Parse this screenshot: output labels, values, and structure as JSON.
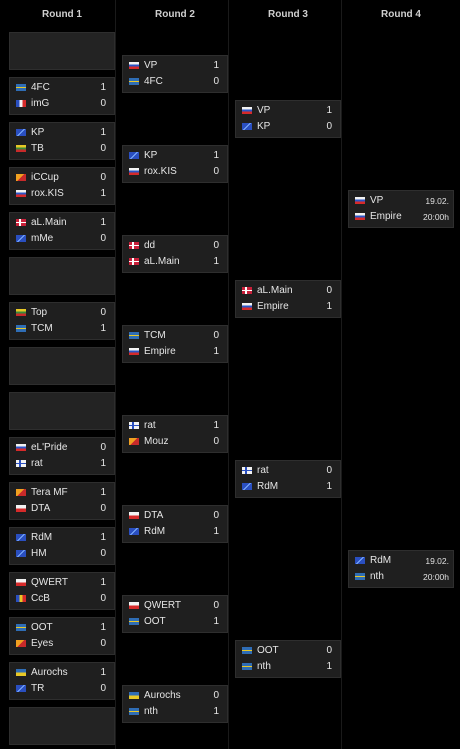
{
  "rounds": [
    "Round 1",
    "Round 2",
    "Round 3",
    "Round 4"
  ],
  "r1": [
    {
      "empty": true
    },
    {
      "t1": {
        "name": "4FC",
        "flag": "se",
        "score": "1"
      },
      "t2": {
        "name": "imG",
        "flag": "fr",
        "score": "0"
      }
    },
    {
      "t1": {
        "name": "KP",
        "flag": "eu",
        "score": "1"
      },
      "t2": {
        "name": "TB",
        "flag": "lt",
        "score": "0"
      }
    },
    {
      "t1": {
        "name": "iCCup",
        "flag": "or",
        "score": "0"
      },
      "t2": {
        "name": "rox.KIS",
        "flag": "ru",
        "score": "1"
      }
    },
    {
      "t1": {
        "name": "aL.Main",
        "flag": "dk",
        "score": "1"
      },
      "t2": {
        "name": "mMe",
        "flag": "eu",
        "score": "0"
      }
    },
    {
      "empty": true
    },
    {
      "t1": {
        "name": "Top",
        "flag": "lt",
        "score": "0"
      },
      "t2": {
        "name": "TCM",
        "flag": "se",
        "score": "1"
      }
    },
    {
      "empty": true
    },
    {
      "empty": true
    },
    {
      "t1": {
        "name": "eL'Pride",
        "flag": "ru",
        "score": "0"
      },
      "t2": {
        "name": "rat",
        "flag": "fi",
        "score": "1"
      }
    },
    {
      "t1": {
        "name": "Tera MF",
        "flag": "or",
        "score": "1"
      },
      "t2": {
        "name": "DTA",
        "flag": "pl",
        "score": "0"
      }
    },
    {
      "t1": {
        "name": "RdM",
        "flag": "eu",
        "score": "1"
      },
      "t2": {
        "name": "HM",
        "flag": "eu",
        "score": "0"
      }
    },
    {
      "t1": {
        "name": "QWERT",
        "flag": "pl",
        "score": "1"
      },
      "t2": {
        "name": "CcB",
        "flag": "ro",
        "score": "0"
      }
    },
    {
      "t1": {
        "name": "OOT",
        "flag": "se",
        "score": "1"
      },
      "t2": {
        "name": "Eyes",
        "flag": "or",
        "score": "0"
      }
    },
    {
      "t1": {
        "name": "Aurochs",
        "flag": "ua",
        "score": "1"
      },
      "t2": {
        "name": "TR",
        "flag": "eu",
        "score": "0"
      }
    },
    {
      "empty": true
    }
  ],
  "r2": [
    {
      "t1": {
        "name": "VP",
        "flag": "ru",
        "score": "1"
      },
      "t2": {
        "name": "4FC",
        "flag": "se",
        "score": "0"
      }
    },
    {
      "t1": {
        "name": "KP",
        "flag": "eu",
        "score": "1"
      },
      "t2": {
        "name": "rox.KIS",
        "flag": "ru",
        "score": "0"
      }
    },
    {
      "t1": {
        "name": "dd",
        "flag": "dk",
        "score": "0"
      },
      "t2": {
        "name": "aL.Main",
        "flag": "dk",
        "score": "1"
      }
    },
    {
      "t1": {
        "name": "TCM",
        "flag": "se",
        "score": "0"
      },
      "t2": {
        "name": "Empire",
        "flag": "ru",
        "score": "1"
      }
    },
    {
      "t1": {
        "name": "rat",
        "flag": "fi",
        "score": "1"
      },
      "t2": {
        "name": "Mouz",
        "flag": "or",
        "score": "0"
      }
    },
    {
      "t1": {
        "name": "DTA",
        "flag": "pl",
        "score": "0"
      },
      "t2": {
        "name": "RdM",
        "flag": "eu",
        "score": "1"
      }
    },
    {
      "t1": {
        "name": "QWERT",
        "flag": "pl",
        "score": "0"
      },
      "t2": {
        "name": "OOT",
        "flag": "se",
        "score": "1"
      }
    },
    {
      "t1": {
        "name": "Aurochs",
        "flag": "ua",
        "score": "0"
      },
      "t2": {
        "name": "nth",
        "flag": "se",
        "score": "1"
      }
    }
  ],
  "r3": [
    {
      "t1": {
        "name": "VP",
        "flag": "ru",
        "score": "1"
      },
      "t2": {
        "name": "KP",
        "flag": "eu",
        "score": "0"
      }
    },
    {
      "t1": {
        "name": "aL.Main",
        "flag": "dk",
        "score": "0"
      },
      "t2": {
        "name": "Empire",
        "flag": "ru",
        "score": "1"
      }
    },
    {
      "t1": {
        "name": "rat",
        "flag": "fi",
        "score": "0"
      },
      "t2": {
        "name": "RdM",
        "flag": "eu",
        "score": "1"
      }
    },
    {
      "t1": {
        "name": "OOT",
        "flag": "se",
        "score": "0"
      },
      "t2": {
        "name": "nth",
        "flag": "se",
        "score": "1"
      }
    }
  ],
  "r4": [
    {
      "t1": {
        "name": "VP",
        "flag": "ru",
        "sched": "19.02."
      },
      "t2": {
        "name": "Empire",
        "flag": "ru",
        "sched": "20:00h"
      }
    },
    {
      "t1": {
        "name": "RdM",
        "flag": "eu",
        "sched": "19.02."
      },
      "t2": {
        "name": "nth",
        "flag": "se",
        "sched": "20:00h"
      }
    }
  ]
}
